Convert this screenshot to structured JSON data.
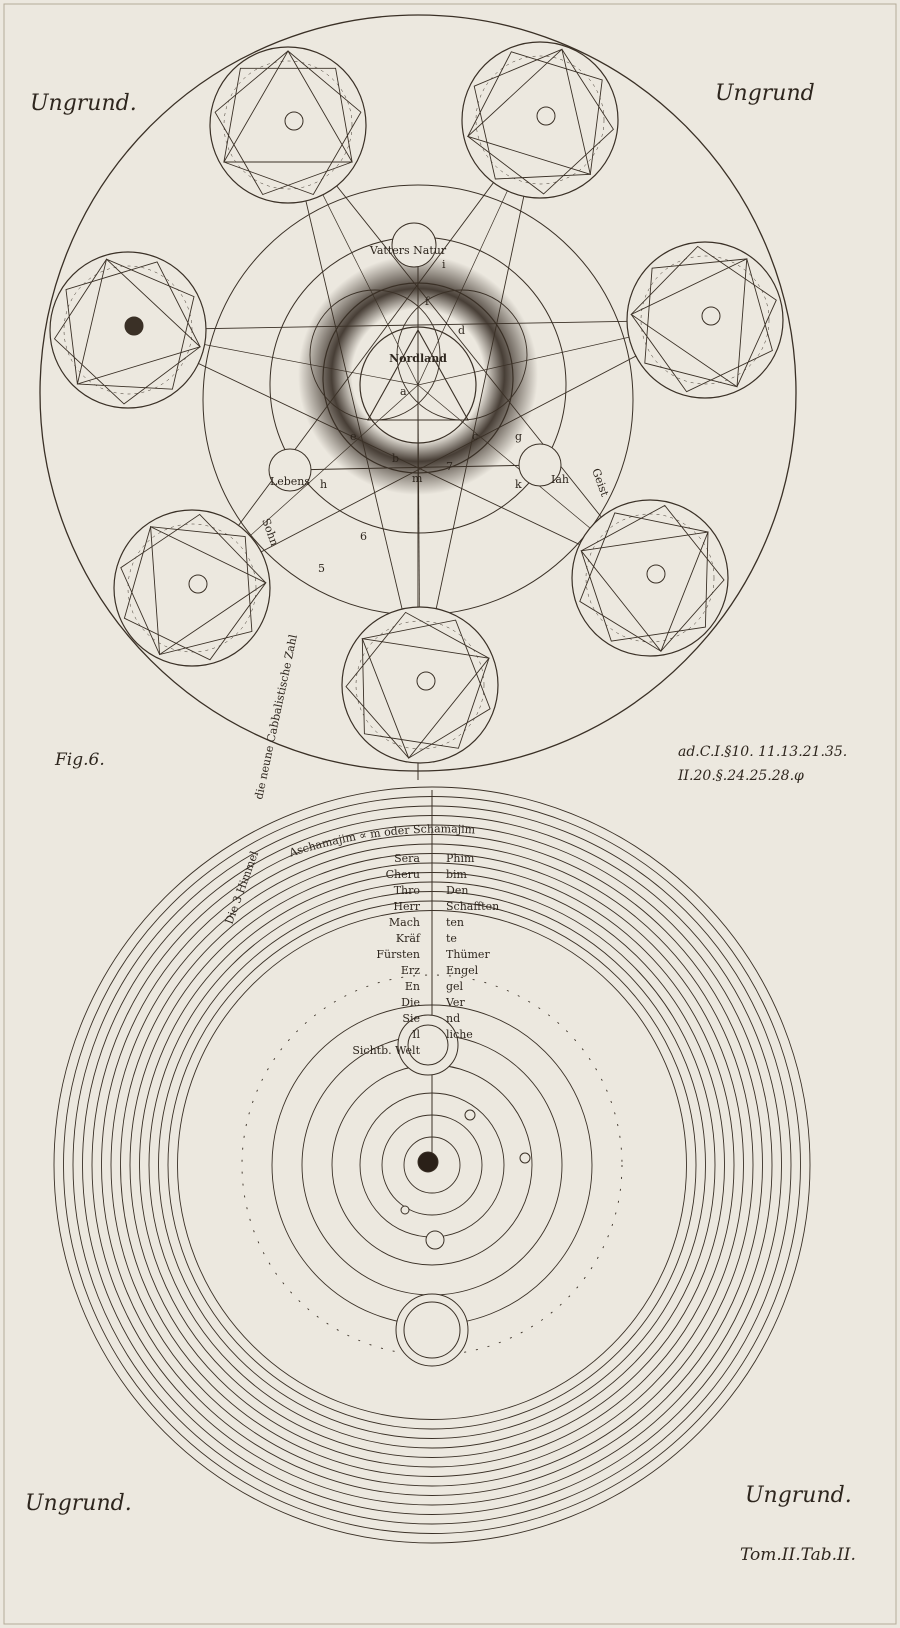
{
  "corner_labels": {
    "top_left": "Ungrund.",
    "top_right": "Ungrund",
    "bottom_left": "Ungrund.",
    "bottom_right": "Ungrund."
  },
  "figure_label": "Fig.6.",
  "references": {
    "line1": "ad.C.I.§10. 11.13.21.35.",
    "line2": "II.20.§.24.25.28.φ"
  },
  "plate_label": "Tom.II.Tab.II.",
  "upper_figure": {
    "center_label": "Nordland",
    "top_node": "Vatters Natur",
    "left_node": "Lebens",
    "right_node": "Iah",
    "left_side": "Sohn",
    "right_side": "Geist",
    "vertical_text": "die neune Cabbalistische Zahl",
    "letters": [
      "a",
      "b",
      "c",
      "d",
      "e",
      "f",
      "g",
      "h",
      "i",
      "k",
      "m",
      "5",
      "6",
      "7"
    ]
  },
  "lower_figure": {
    "arc_title": "Aschamajim ∝ m oder Schamajim",
    "left_vertical": "Die 3 Himmel",
    "left_column": [
      "Sera",
      "Cheru",
      "Thro",
      "Herr",
      "Mach",
      "Kräf",
      "Fürsten",
      "Erz",
      "En",
      "Die",
      "Sie",
      "Il",
      "Sichtb. Welt"
    ],
    "right_column": [
      "Phim",
      "bim",
      "Den",
      "Schafften",
      "ten",
      "te",
      "Thümer",
      "Engel",
      "gel",
      "Ver",
      "nd",
      "liche",
      ""
    ]
  },
  "colors": {
    "paper": "#ece8df",
    "ink": "#3a3026"
  }
}
